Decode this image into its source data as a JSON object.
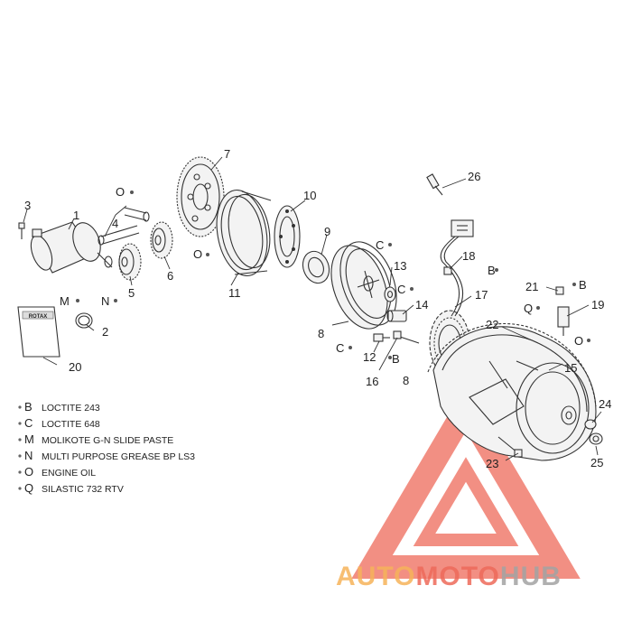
{
  "part_numbers": [
    "1",
    "2",
    "3",
    "4",
    "5",
    "6",
    "7",
    "8",
    "8",
    "9",
    "10",
    "11",
    "12",
    "13",
    "14",
    "15",
    "16",
    "17",
    "18",
    "19",
    "20",
    "21",
    "22",
    "23",
    "24",
    "25",
    "26"
  ],
  "lube_marks": [
    "O",
    "O",
    "M",
    "N",
    "C",
    "C",
    "C",
    "B",
    "B",
    "Q",
    "O",
    "B",
    "B"
  ],
  "manual_label": "ROTAX",
  "legend": [
    {
      "code": "B",
      "text": "LOCTITE 243"
    },
    {
      "code": "C",
      "text": "LOCTITE 648"
    },
    {
      "code": "M",
      "text": "MOLIKOTE G-N SLIDE PASTE"
    },
    {
      "code": "N",
      "text": "MULTI PURPOSE GREASE BP LS3"
    },
    {
      "code": "O",
      "text": "ENGINE OIL"
    },
    {
      "code": "Q",
      "text": "SILASTIC 732 RTV"
    }
  ],
  "watermark": {
    "part1": "AUTO",
    "part2": "MOTO",
    "part3": "HUB",
    "color_orange": "#f6b35a",
    "color_red": "#ee6a5a",
    "color_gray": "#a3a3a3"
  }
}
